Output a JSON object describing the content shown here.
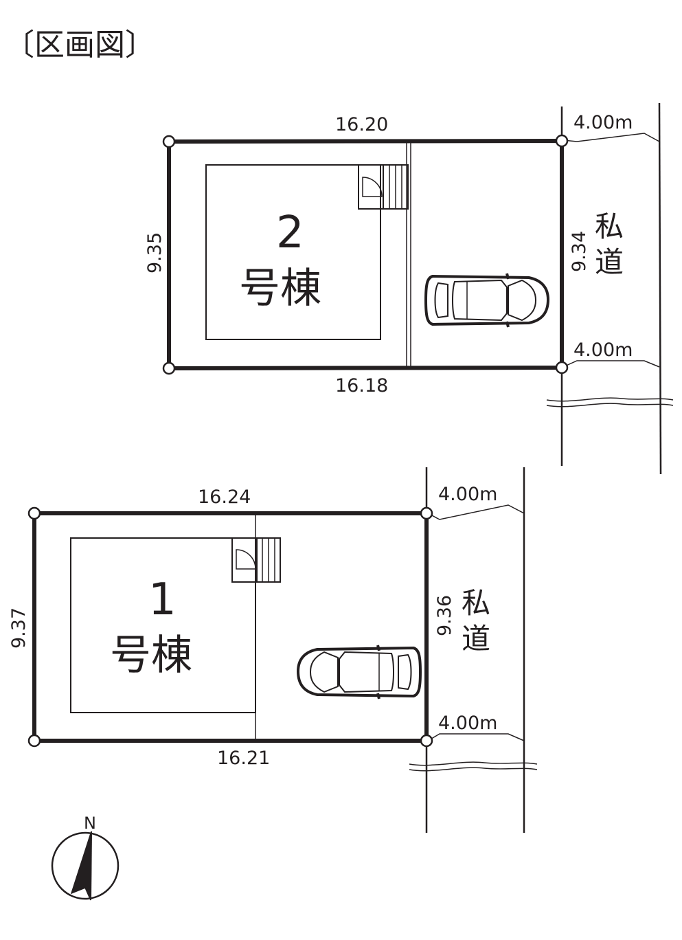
{
  "title": "〔区画図〕",
  "lots": [
    {
      "id": "lot2",
      "number": "2",
      "label": "号棟",
      "top": "16.20",
      "bottom": "16.18",
      "left": "9.35",
      "right": "9.34",
      "road_label_1": "私",
      "road_label_2": "道",
      "road_width_top": "4.00m",
      "road_width_bottom": "4.00m"
    },
    {
      "id": "lot1",
      "number": "1",
      "label": "号棟",
      "top": "16.24",
      "bottom": "16.21",
      "left": "9.37",
      "right": "9.36",
      "road_label_1": "私",
      "road_label_2": "道",
      "road_width_top": "4.00m",
      "road_width_bottom": "4.00m"
    }
  ],
  "compass": {
    "label": "N"
  }
}
